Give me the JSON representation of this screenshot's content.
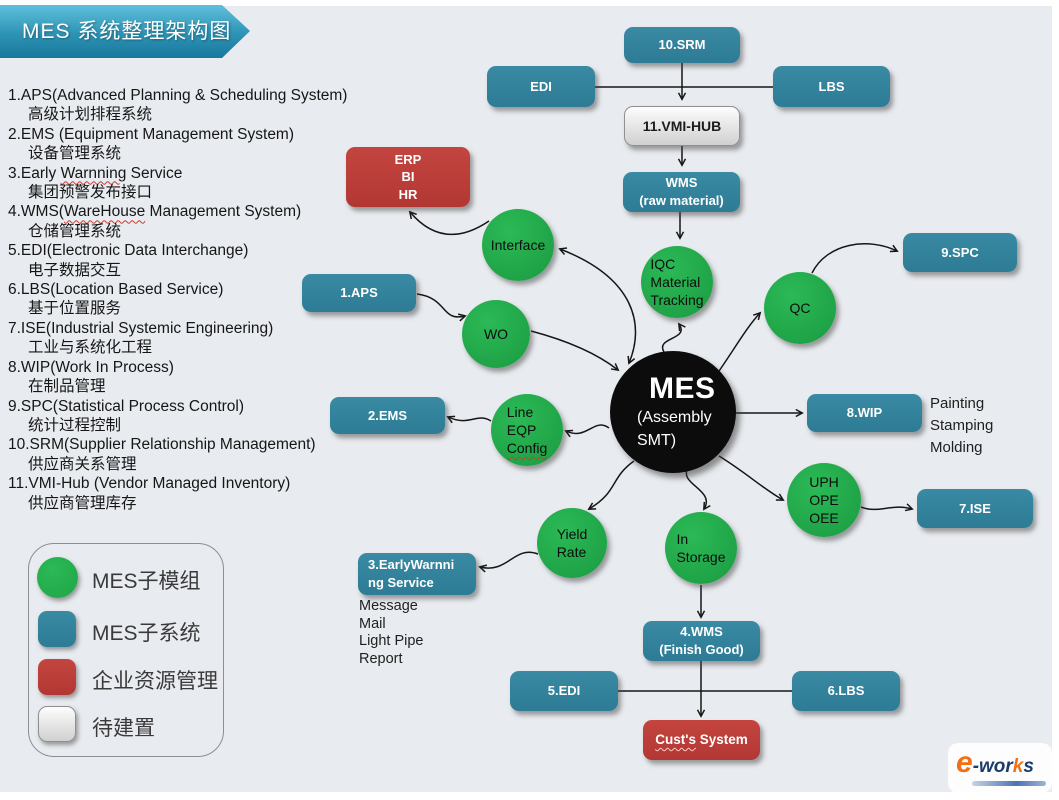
{
  "title_banner": {
    "text": "MES 系统整理架构图"
  },
  "glossary": [
    {
      "en_pre": "1.APS(Advanced Planning & Scheduling System)",
      "zh": "高级计划排程系统"
    },
    {
      "en_pre": "2.EMS (Equipment Management System)",
      "zh": "设备管理系统"
    },
    {
      "en_pre": "3.Early ",
      "en_mark": "Warnning",
      "en_post": " Service",
      "zh": "集团预警发布接口"
    },
    {
      "en_pre": "4.WMS(",
      "en_mark": "WareHouse",
      "en_post": " Management System)",
      "zh": "仓储管理系统"
    },
    {
      "en_pre": "5.EDI(Electronic Data Interchange)",
      "zh": "电子数据交互"
    },
    {
      "en_pre": "6.LBS(Location Based Service)",
      "zh": "基于位置服务"
    },
    {
      "en_pre": "7.ISE(Industrial Systemic Engineering)",
      "zh": "工业与系统化工程"
    },
    {
      "en_pre": "8.WIP(Work In Process)",
      "zh": "在制品管理"
    },
    {
      "en_pre": "9.SPC(Statistical Process Control)",
      "zh": "统计过程控制"
    },
    {
      "en_pre": "10.SRM(Supplier Relationship Management)",
      "zh": "供应商关系管理"
    },
    {
      "en_pre": "11.VMI-Hub (Vendor Managed Inventory)",
      "zh": "供应商管理库存"
    }
  ],
  "nodes": {
    "srm": "10.SRM",
    "edi_top": "EDI",
    "lbs_top": "LBS",
    "vmi": "11.VMI-HUB",
    "wms_raw": "WMS\n(raw material)",
    "erp": "ERP\nBI\nHR",
    "interface": "Interface",
    "aps": "1.APS",
    "wo": "WO",
    "ems": "2.EMS",
    "line_eqp": {
      "l1": "Line",
      "l2": "EQP",
      "l3": "Config"
    },
    "iqc": "IQC\nMaterial\nTracking",
    "qc": "QC",
    "spc": "9.SPC",
    "mes": {
      "title": "MES",
      "sub": "(Assembly\nSMT)"
    },
    "wip": "8.WIP",
    "uph": "UPH\nOPE\nOEE",
    "ise": "7.ISE",
    "yield": "Yield\nRate",
    "in_storage": "In\nStorage",
    "early_warning": "3.EarlyWarnni\nng  Service",
    "wms_fg": "4.WMS\n(Finish Good)",
    "edi5": "5.EDI",
    "lbs6": "6.LBS",
    "cust": {
      "mark": "Cust's",
      "post": " System"
    }
  },
  "notes": {
    "wip_processes": "Painting\nStamping\nMolding",
    "early_warning_outputs": "Message\nMail\nLight Pipe\nReport"
  },
  "legend": {
    "items": [
      {
        "label": "MES子模组"
      },
      {
        "label": "MES子系统"
      },
      {
        "label": "企业资源管理"
      },
      {
        "label": "待建置"
      }
    ]
  },
  "logo": {
    "e": "e",
    "rest1": "-wor",
    "k": "k",
    "rest2": "s"
  },
  "colors": {
    "module_green": "#21a948",
    "subsystem_blue": "#2f7f99",
    "erp_red": "#bc3d38",
    "pending_gray": "#e2e2e2",
    "background": "#e8ebef",
    "banner_teal": "#2d93b5"
  }
}
